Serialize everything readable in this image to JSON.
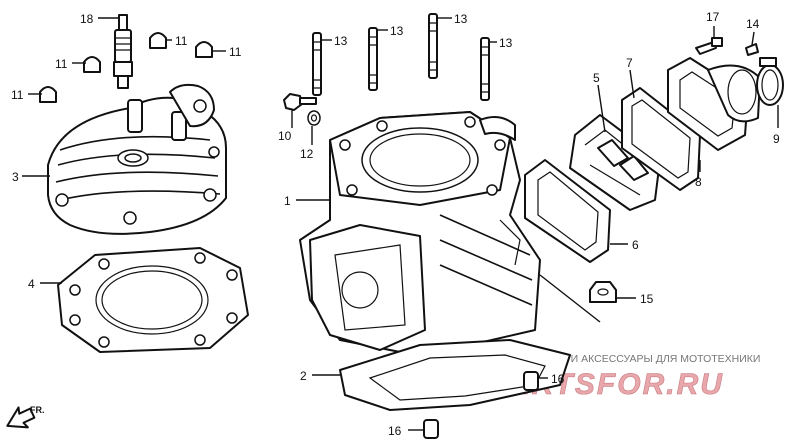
{
  "diagram": {
    "front_marker": "FR.",
    "watermark": {
      "tagline": "ЗАПЧАСТИ И АКСЕССУАРЫ ДЛЯ МОТОТЕХНИКИ",
      "brand": "PARTSFOR.RU",
      "color": "#e8a7ab"
    },
    "callouts": [
      {
        "id": "c18",
        "label": "18"
      },
      {
        "id": "c11a",
        "label": "11"
      },
      {
        "id": "c11b",
        "label": "11"
      },
      {
        "id": "c11c",
        "label": "11"
      },
      {
        "id": "c11d",
        "label": "11"
      },
      {
        "id": "c3",
        "label": "3"
      },
      {
        "id": "c4",
        "label": "4"
      },
      {
        "id": "c13a",
        "label": "13"
      },
      {
        "id": "c13b",
        "label": "13"
      },
      {
        "id": "c13c",
        "label": "13"
      },
      {
        "id": "c13d",
        "label": "13"
      },
      {
        "id": "c10",
        "label": "10"
      },
      {
        "id": "c12",
        "label": "12"
      },
      {
        "id": "c1",
        "label": "1"
      },
      {
        "id": "c2",
        "label": "2"
      },
      {
        "id": "c5",
        "label": "5"
      },
      {
        "id": "c7",
        "label": "7"
      },
      {
        "id": "c17",
        "label": "17"
      },
      {
        "id": "c14",
        "label": "14"
      },
      {
        "id": "c9",
        "label": "9"
      },
      {
        "id": "c8",
        "label": "8"
      },
      {
        "id": "c6",
        "label": "6"
      },
      {
        "id": "c15",
        "label": "15"
      },
      {
        "id": "c16a",
        "label": "16"
      },
      {
        "id": "c16b",
        "label": "16"
      }
    ]
  }
}
